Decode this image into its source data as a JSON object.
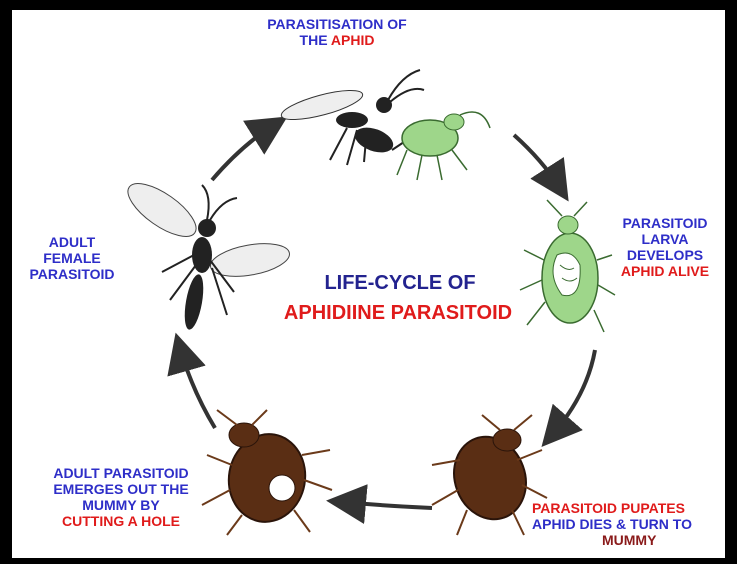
{
  "diagram": {
    "title_line1": "LIFE-CYCLE OF",
    "title_line2": "APHIDIINE PARASITOID",
    "stages": {
      "parasitisation": {
        "line1": "PARASITISATION OF",
        "line2_a": "THE ",
        "line2_b": "APHID"
      },
      "larva": {
        "line1": "PARASITOID",
        "line2": "LARVA",
        "line3": "DEVELOPS",
        "line4": "APHID ALIVE"
      },
      "pupates": {
        "line1": "PARASITOID PUPATES",
        "line2": "APHID DIES & TURN TO",
        "line3": "MUMMY"
      },
      "emerges": {
        "line1": "ADULT PARASITOID",
        "line2": "EMERGES OUT THE",
        "line3": "MUMMY BY",
        "line4": "CUTTING A HOLE"
      },
      "adult": {
        "line1": "ADULT",
        "line2": "FEMALE",
        "line3": "PARASITOID"
      }
    },
    "colors": {
      "blue": "#2e2ec8",
      "red": "#e01b1b",
      "navy": "#23238f",
      "arrow": "#333333",
      "aphid_green": "#9ed68a",
      "mummy_brown": "#5a2e14"
    }
  }
}
